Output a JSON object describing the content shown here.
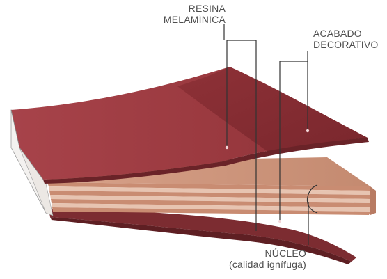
{
  "labels": {
    "resin": {
      "line1": "RESINA",
      "line2": "MELAMÍNICA"
    },
    "finish": {
      "line1": "ACABADO",
      "line2": "DECORATIVO"
    },
    "core": {
      "line1": "NÚCLEO",
      "line2": "(calidad ignífuga)"
    }
  },
  "colors": {
    "top_sheet_main": "#9b3a40",
    "top_sheet_highlight": "#b0464d",
    "top_sheet_dark": "#7d2a30",
    "bottom_sheet": "#7c2c31",
    "core_layer_a": "#c98c72",
    "core_layer_b": "#e7c4b1",
    "edge_white": "#f3f1ef",
    "leader_line": "#333333"
  }
}
